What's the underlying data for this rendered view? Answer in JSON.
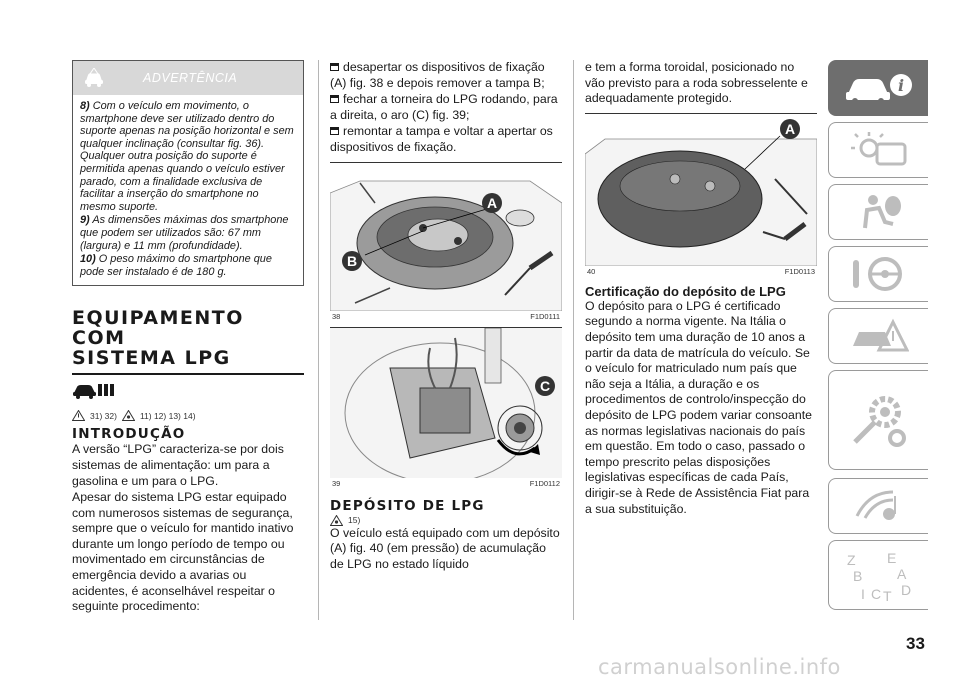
{
  "warning": {
    "title": "ADVERTÊNCIA",
    "items": [
      {
        "num": "8)",
        "text": "Com o veículo em movimento, o smartphone deve ser utilizado dentro do suporte apenas na posição horizontal e sem qualquer inclinação (consultar fig. 36). Qualquer outra posição do suporte é permitida apenas quando o veículo estiver parado, com a finalidade exclusiva de facilitar a inserção do smartphone no mesmo suporte."
      },
      {
        "num": "9)",
        "text": "As dimensões máximas dos smartphone que podem ser utilizados são: 67 mm (largura) e 11 mm (profundidade)."
      },
      {
        "num": "10)",
        "text": "O peso máximo do smartphone que pode ser instalado é de 180 g."
      }
    ]
  },
  "section": {
    "title_line1": "EQUIPAMENTO COM",
    "title_line2": "SISTEMA LPG",
    "refs_a": "31)  32)",
    "refs_b": "11)  12)  13)  14)"
  },
  "intro": {
    "title": "INTRODUÇÃO",
    "p1": "A versão “LPG” caracteriza-se por dois sistemas de alimentação: um para a gasolina e um para o LPG.",
    "p2": "Apesar do sistema LPG estar equipado com numerosos sistemas de segurança, sempre que o veículo for mantido inativo durante um longo período de tempo ou movimentado em circunstâncias de emergência devido a avarias ou acidentes, é aconselhável respeitar o seguinte procedimento:"
  },
  "steps": {
    "s1": "desapertar os dispositivos de fixação (A) fig. 38 e depois remover a tampa B;",
    "s2": "fechar a torneira do LPG rodando, para a direita, o aro (C) fig. 39;",
    "s3": "remontar a tampa e voltar a apertar os dispositivos de fixação."
  },
  "figures": {
    "f38": {
      "num": "38",
      "code": "F1D0111",
      "label_a": "A",
      "label_b": "B"
    },
    "f39": {
      "num": "39",
      "code": "F1D0112",
      "label_c": "C"
    },
    "f40": {
      "num": "40",
      "code": "F1D0113",
      "label_a": "A"
    }
  },
  "deposit": {
    "title": "DEPÓSITO DE LPG",
    "ref": "15)",
    "text": "O veículo está equipado com um depósito (A) fig. 40 (em pressão) de acumulação de LPG no estado líquido"
  },
  "col3": {
    "cont": "e tem a forma toroidal, posicionado no vão previsto para a roda sobresselente e adequadamente protegido.",
    "cert_title": "Certificação do depósito de LPG",
    "cert_text": "O depósito para o LPG é certificado segundo a norma vigente. Na Itália o depósito tem uma duração de 10 anos a partir da data de matrícula do veículo. Se o veículo for matriculado num país que não seja a Itália, a duração e os procedimentos de controlo/inspecção do depósito de LPG podem variar consoante as normas legislativas nacionais do país em questão. Em todo o caso, passado o tempo prescrito pelas disposições legislativas específicas de cada País, dirigir-se à Rede de Assistência Fiat para a sua substituição."
  },
  "sidebar": {
    "tabs": [
      "car-info-icon",
      "dashboard-lights-icon",
      "safety-airbag-icon",
      "starting-driving-icon",
      "warning-emergency-icon",
      "maintenance-icon",
      "multimedia-icon",
      "index-icon"
    ],
    "index_letters": [
      "Z",
      "E",
      "B",
      "A",
      "I",
      "C",
      "T",
      "D"
    ]
  },
  "page_number": "33",
  "watermark": "carmanualsonline.info",
  "colors": {
    "active_tab": "#6e6e6e",
    "warning_head": "#d8d8d8",
    "text": "#1a1a1a"
  }
}
